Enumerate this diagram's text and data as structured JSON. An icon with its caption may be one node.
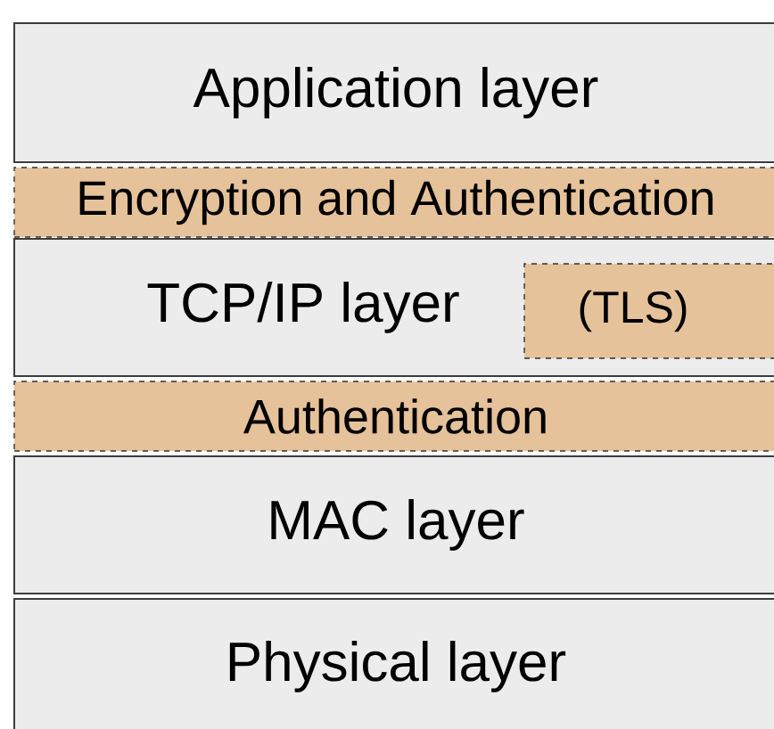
{
  "diagram": {
    "nodes": [
      {
        "text": [
          "Application layer"
        ]
      },
      {
        "text": [
          "Encryption and Authentication"
        ]
      },
      {
        "text": [
          "TCP/IP layer"
        ]
      },
      {
        "text": [
          "(TLS)"
        ],
        "in": 2
      },
      {
        "text": [
          "Authentication"
        ]
      },
      {
        "text": [
          "MAC layer"
        ]
      },
      {
        "text": [
          "Physical layer"
        ]
      }
    ]
  }
}
